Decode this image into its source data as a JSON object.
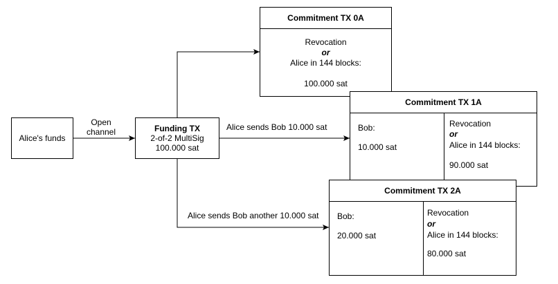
{
  "nodes": {
    "alice_funds": {
      "label": "Alice's funds"
    },
    "funding_tx": {
      "title": "Funding TX",
      "line2": "2-of-2 MultiSig",
      "line3": "100.000 sat"
    },
    "commitment_0a": {
      "title": "Commitment TX 0A",
      "revocation": "Revocation",
      "or": "or",
      "alice_blocks": "Alice in 144 blocks:",
      "amount": "100.000 sat"
    },
    "commitment_1a": {
      "title": "Commitment TX 1A",
      "bob_label": "Bob:",
      "bob_amount": "10.000 sat",
      "revocation": "Revocation",
      "or": "or",
      "alice_blocks": "Alice in 144 blocks:",
      "alice_amount": "90.000 sat"
    },
    "commitment_2a": {
      "title": "Commitment TX 2A",
      "bob_label": "Bob:",
      "bob_amount": "20.000 sat",
      "revocation": "Revocation",
      "or": "or",
      "alice_blocks": "Alice in 144 blocks:",
      "alice_amount": "80.000 sat"
    }
  },
  "edges": {
    "open_channel_line1": "Open",
    "open_channel_line2": "channel",
    "sends_10000": "Alice sends Bob 10.000 sat",
    "sends_another_10000": "Alice sends Bob another 10.000 sat"
  },
  "colors": {
    "stroke": "#000000",
    "fill": "#ffffff"
  }
}
